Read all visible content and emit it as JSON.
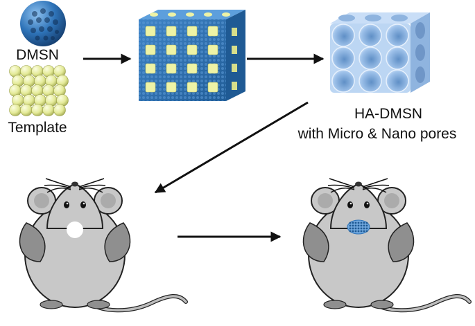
{
  "labels": {
    "dmsn": "DMSN",
    "template": "Template",
    "product_title": "HA-DMSN",
    "product_subtitle": "with Micro & Nano pores"
  },
  "icons": {
    "sphere": "dmsn-sphere-icon",
    "template": "template-bead-stack-icon",
    "composite": "composite-cube-icon",
    "scaffold": "porous-scaffold-cube-icon",
    "mouse": "mouse-icon"
  },
  "colors": {
    "dmsn_blue": "#2e73b8",
    "bead_yellow": "#e9ef9e",
    "scaffold_blue": "#a9c9ee",
    "mouse_gray": "#c8c8c8",
    "defect_white": "#ffffff",
    "arrow": "#111111"
  }
}
